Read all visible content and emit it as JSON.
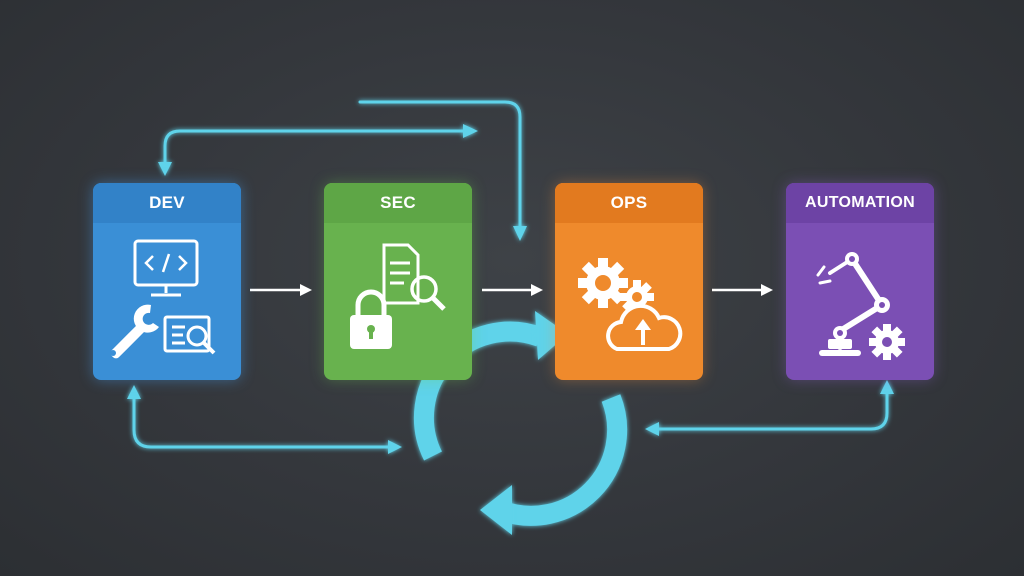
{
  "stages": [
    {
      "id": "dev",
      "label": "DEV",
      "color": "#3a8fd6",
      "icons": [
        "monitor-code-icon",
        "wrench-icon",
        "code-review-icon"
      ]
    },
    {
      "id": "sec",
      "label": "SEC",
      "color": "#68b24e",
      "icons": [
        "document-icon",
        "magnifier-icon",
        "padlock-icon"
      ]
    },
    {
      "id": "ops",
      "label": "OPS",
      "color": "#ef8a2c",
      "icons": [
        "gear-icon",
        "cloud-upload-icon"
      ]
    },
    {
      "id": "automation",
      "label": "AUTOMATION",
      "color": "#7b4fb4",
      "icons": [
        "robot-arm-icon",
        "gear-icon"
      ]
    }
  ],
  "connector_color": "#5fd3ea",
  "arrow_color": "#ffffff"
}
